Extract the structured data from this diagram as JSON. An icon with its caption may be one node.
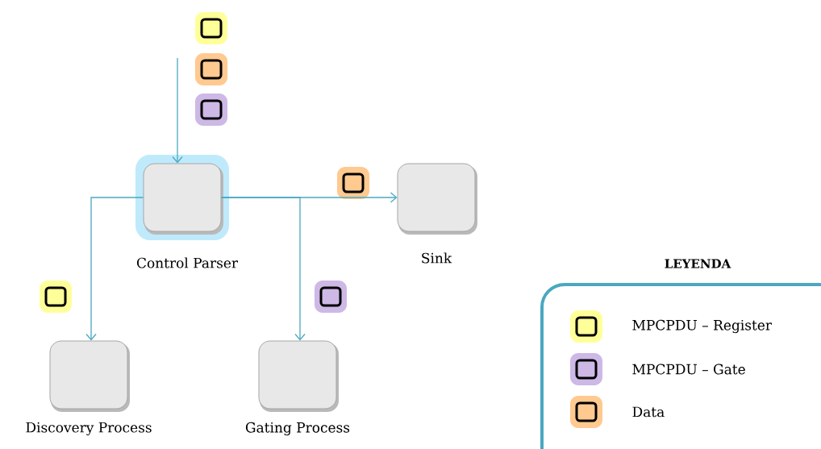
{
  "diagram": {
    "nodes": [
      {
        "text": [
          "Control Parser"
        ]
      },
      {
        "text": [
          "Sink"
        ]
      },
      {
        "text": [
          "Discovery Process"
        ]
      },
      {
        "text": [
          "Gating Process"
        ]
      }
    ],
    "edges": [
      {
        "from": null,
        "to": 0,
        "arrow": "to"
      },
      {
        "from": 0,
        "to": 1,
        "arrow": "to"
      },
      {
        "from": 0,
        "to": 2,
        "arrow": "to"
      },
      {
        "from": 0,
        "to": 3,
        "arrow": "to"
      }
    ],
    "labels": [
      "LEYENDA"
    ],
    "legend": [
      {
        "text": "MPCPDU – Register",
        "color": "#ffff99"
      },
      {
        "text": "MPCPDU – Gate",
        "color": "#cdb8e6"
      },
      {
        "text": "Data",
        "color": "#ffc98f"
      }
    ]
  }
}
